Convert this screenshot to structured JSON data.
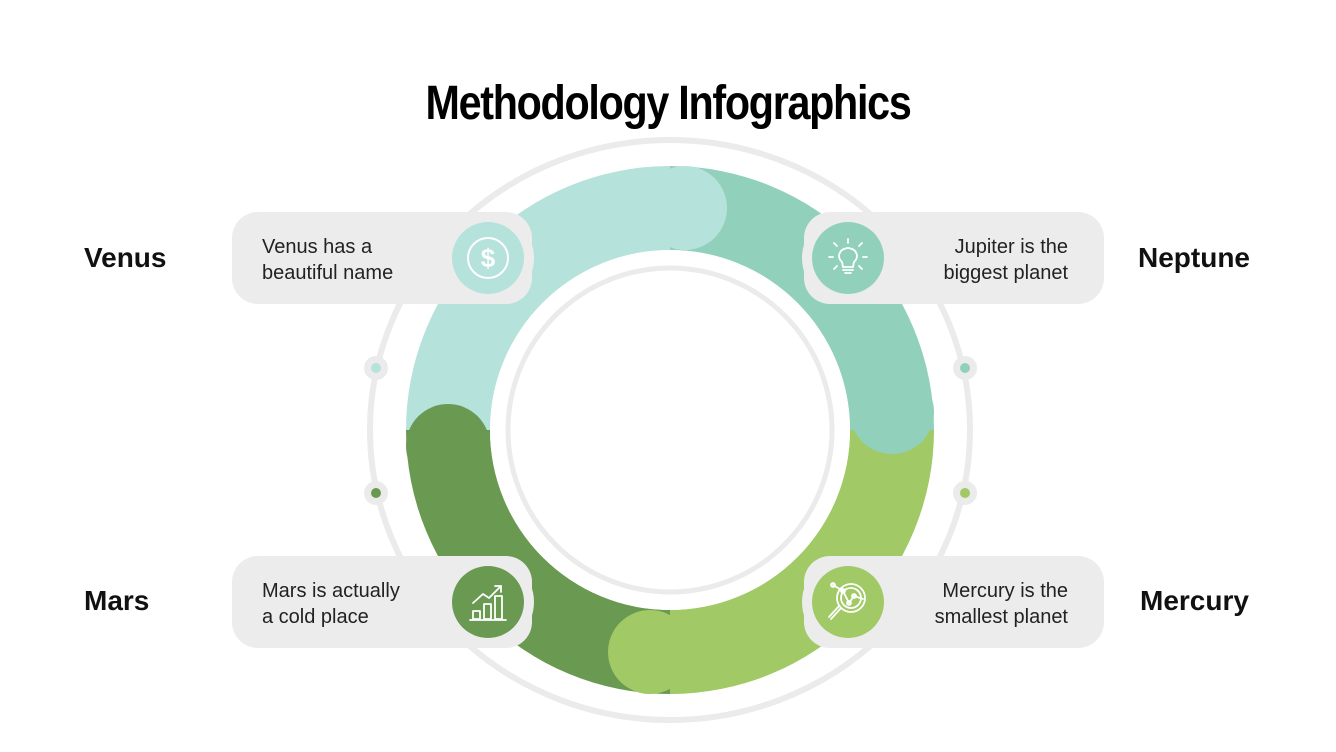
{
  "title": "Methodology Infographics",
  "colors": {
    "venus": "#b5e2db",
    "neptune": "#91d1bb",
    "mars": "#6a9a51",
    "mercury": "#a1c965",
    "card_bg": "#ececec",
    "track": "#ebebeb"
  },
  "items": [
    {
      "label": "Venus",
      "text_line1": "Venus has a",
      "text_line2": "beautiful name",
      "icon": "dollar-coin-icon"
    },
    {
      "label": "Neptune",
      "text_line1": "Jupiter is the",
      "text_line2": "biggest planet",
      "icon": "lightbulb-icon"
    },
    {
      "label": "Mars",
      "text_line1": "Mars is actually",
      "text_line2": "a cold place",
      "icon": "growth-chart-icon"
    },
    {
      "label": "Mercury",
      "text_line1": "Mercury is the",
      "text_line2": "smallest planet",
      "icon": "magnifier-analytics-icon"
    }
  ]
}
